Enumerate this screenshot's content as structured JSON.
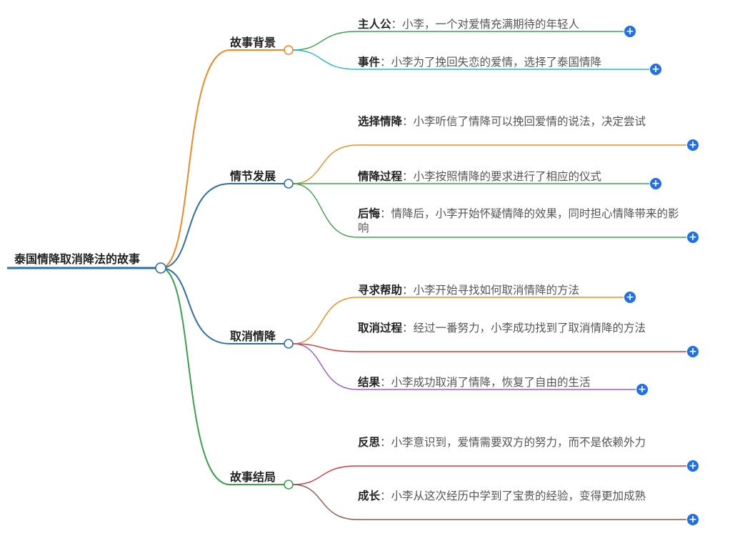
{
  "root": {
    "label": "泰国情降取消降法的故事"
  },
  "colors": {
    "root": "#2f6fa8",
    "branch_1": "#f08a24",
    "branch_2": "#2f6fa8",
    "branch_3": "#2f6fa8",
    "branch_4": "#3aa34a",
    "plus": "#1e6fe8"
  },
  "branches": [
    {
      "label": "故事背景",
      "children": [
        {
          "key": "主人公",
          "text": "：小李，一个对爱情充满期待的年轻人"
        },
        {
          "key": "事件",
          "text": "：小李为了挽回失恋的爱情，选择了泰国情降"
        }
      ]
    },
    {
      "label": "情节发展",
      "children": [
        {
          "key": "选择情降",
          "text": "：小李听信了情降可以挽回爱情的说法，决定尝试"
        },
        {
          "key": "情降过程",
          "text": "：小李按照情降的要求进行了相应的仪式"
        },
        {
          "key": "后悔",
          "text": "：情降后，小李开始怀疑情降的效果，同时担心情降带来的影响"
        }
      ]
    },
    {
      "label": "取消情降",
      "children": [
        {
          "key": "寻求帮助",
          "text": "：小李开始寻找如何取消情降的方法"
        },
        {
          "key": "取消过程",
          "text": "：经过一番努力，小李成功找到了取消情降的方法"
        },
        {
          "key": "结果",
          "text": "：小李成功取消了情降，恢复了自由的生活"
        }
      ]
    },
    {
      "label": "故事结局",
      "children": [
        {
          "key": "反思",
          "text": "：小李意识到，爱情需要双方的努力，而不是依赖外力"
        },
        {
          "key": "成长",
          "text": "：小李从这次经历中学到了宝贵的经验，变得更加成熟"
        }
      ]
    }
  ]
}
